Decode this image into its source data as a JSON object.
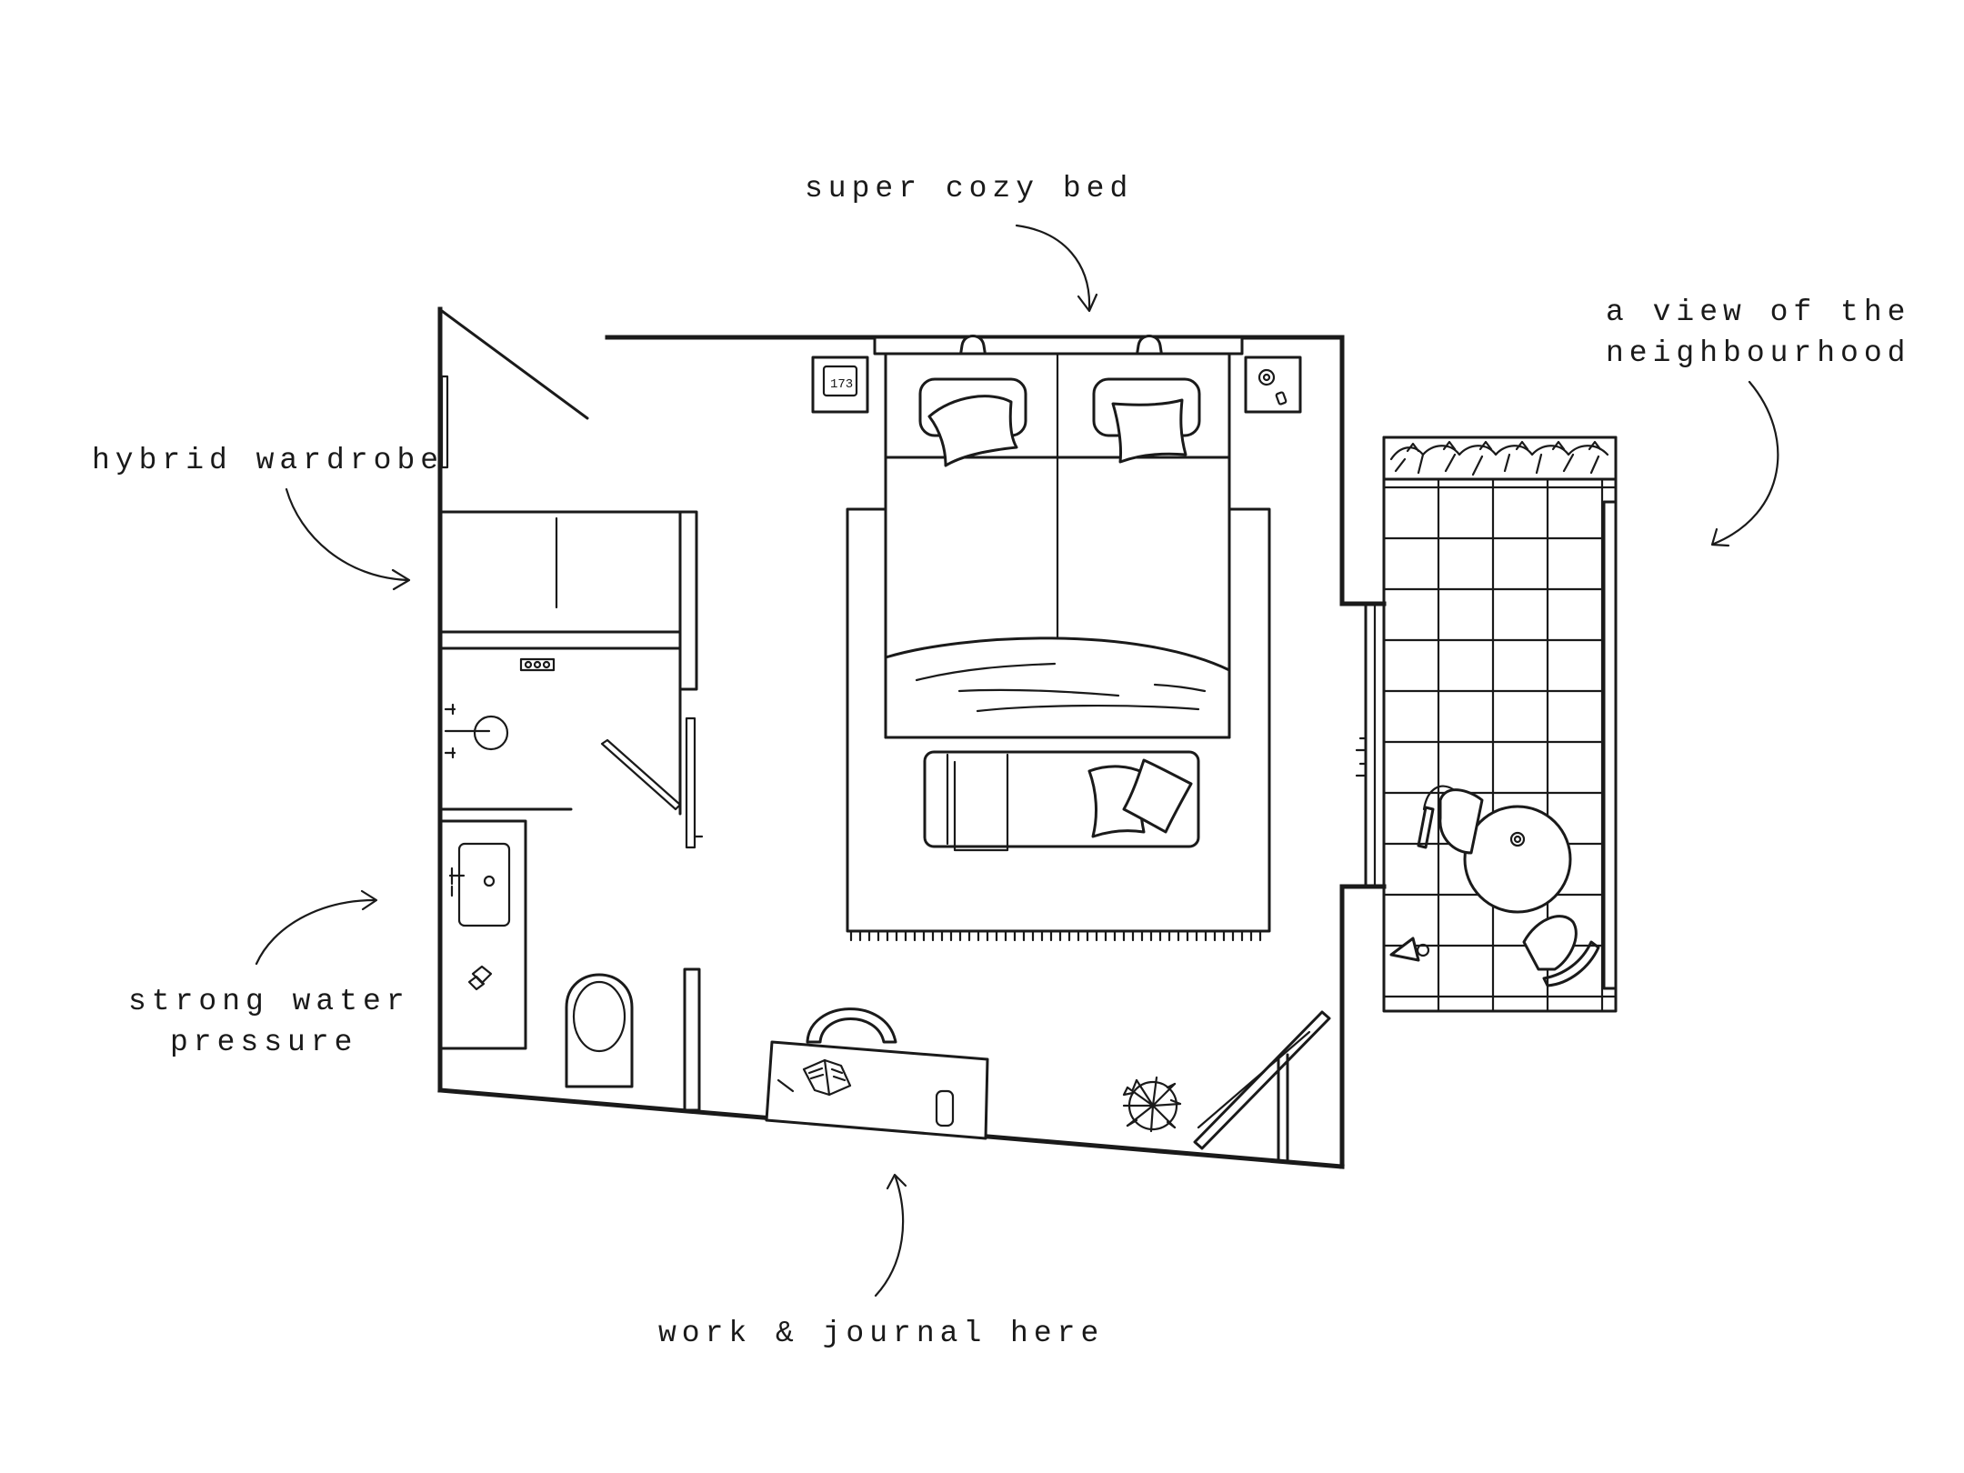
{
  "annotations": {
    "bed": "super cozy bed",
    "view_line1": "a view of the",
    "view_line2": "neighbourhood",
    "wardrobe": "hybrid wardrobe",
    "water_line1": "strong water",
    "water_line2": "pressure",
    "work": "work & journal here"
  },
  "icons": {
    "clock": "alarm-clock-icon",
    "plant": "potted-plant-icon",
    "lamp": "wall-lamp-icon"
  }
}
